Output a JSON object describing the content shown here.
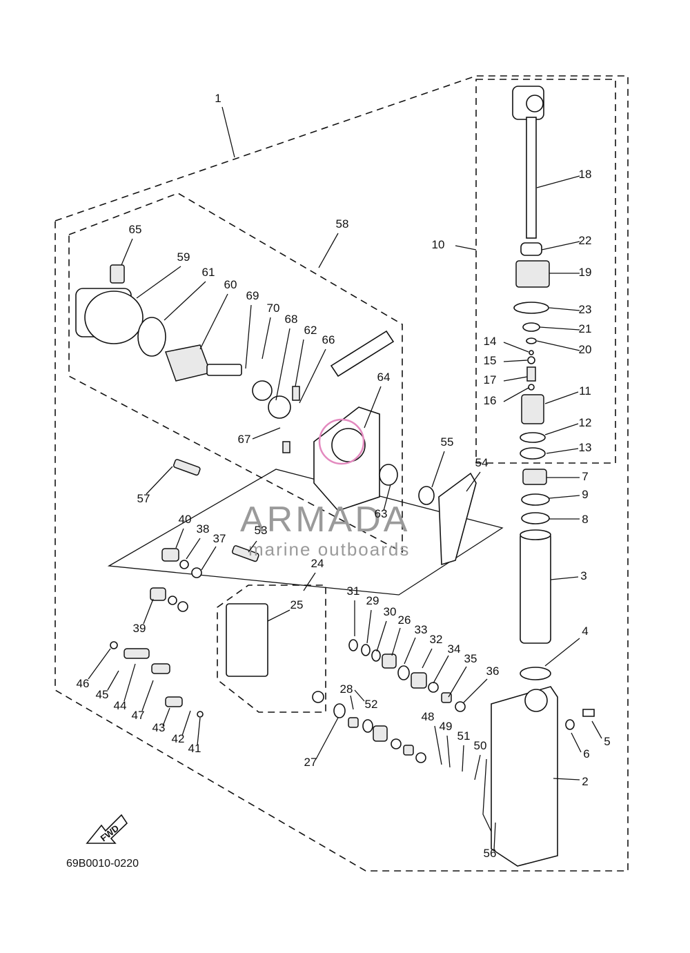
{
  "diagram_code": "69B0010-0220",
  "fwd_label": "FWD",
  "watermark": {
    "title": "ARMADA",
    "subtitle": "marine outboards"
  },
  "callouts": [
    "1",
    "2",
    "3",
    "4",
    "5",
    "6",
    "7",
    "8",
    "9",
    "10",
    "11",
    "12",
    "13",
    "14",
    "15",
    "16",
    "17",
    "18",
    "19",
    "20",
    "21",
    "22",
    "23",
    "24",
    "25",
    "26",
    "27",
    "28",
    "29",
    "30",
    "31",
    "32",
    "33",
    "34",
    "35",
    "36",
    "37",
    "38",
    "39",
    "40",
    "41",
    "42",
    "43",
    "44",
    "45",
    "46",
    "47",
    "48",
    "49",
    "50",
    "51",
    "52",
    "53",
    "54",
    "55",
    "56",
    "57",
    "58",
    "59",
    "60",
    "61",
    "62",
    "63",
    "64",
    "65",
    "66",
    "67",
    "68",
    "69",
    "70"
  ]
}
